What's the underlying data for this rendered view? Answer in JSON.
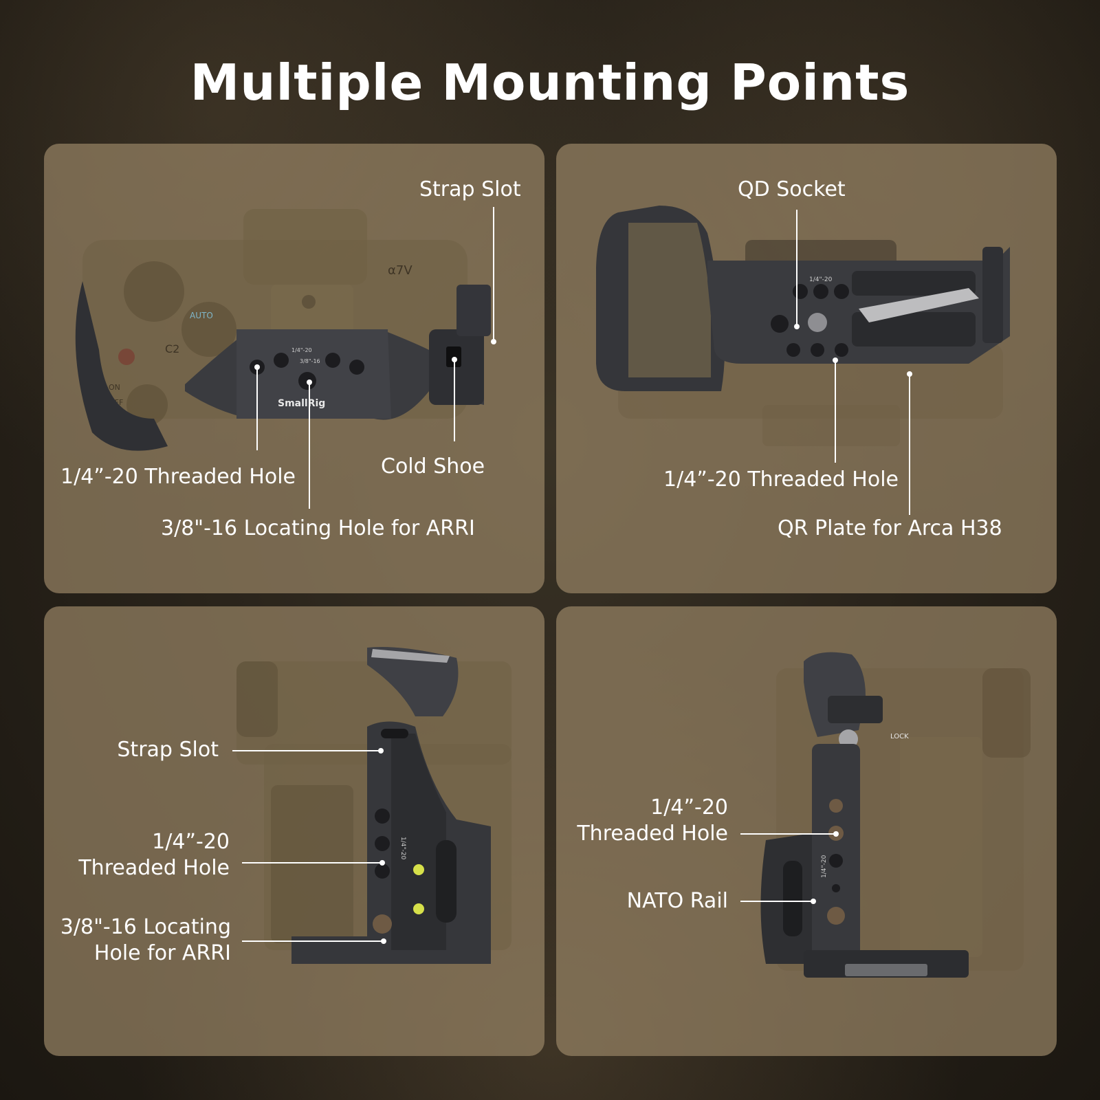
{
  "page": {
    "title": "Multiple Mounting Points"
  },
  "panels": {
    "top_left": {
      "strap_slot": "Strap Slot",
      "threaded_hole": "1/4”-20 Threaded Hole",
      "cold_shoe": "Cold Shoe",
      "locating_hole": "3/8\"-16 Locating Hole for ARRI"
    },
    "top_right": {
      "qd_socket": "QD Socket",
      "threaded_hole": "1/4”-20 Threaded Hole",
      "qr_plate": "QR Plate for Arca H38"
    },
    "bottom_left": {
      "strap_slot": "Strap Slot",
      "threaded_hole_line1": "1/4”-20",
      "threaded_hole_line2": "Threaded Hole",
      "locating_hole_line1": "3/8\"-16 Locating",
      "locating_hole_line2": "Hole for ARRI"
    },
    "bottom_right": {
      "threaded_hole_line1": "1/4”-20",
      "threaded_hole_line2": "Threaded Hole",
      "nato_rail": "NATO Rail"
    }
  },
  "product_markings": {
    "brand": "SmallRig",
    "thread_a": "1/4\"-20",
    "thread_b": "3/8\"-16",
    "model": "α7V",
    "lock": "LOCK",
    "dial": "AUTO",
    "button": "C2",
    "switch_on": "ON",
    "switch_off": "OFF"
  },
  "colors": {
    "panel": "#968264",
    "cage": "#3a3b3f",
    "accent_green": "#d6e04a",
    "text": "#ffffff"
  }
}
